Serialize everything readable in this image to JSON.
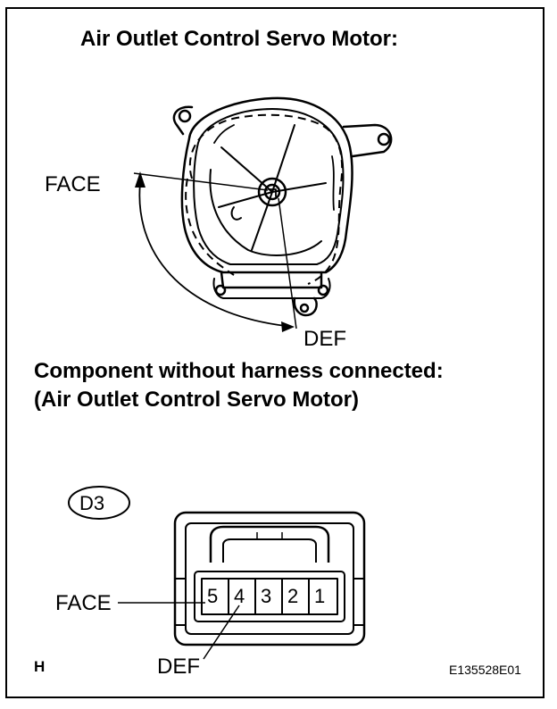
{
  "title": "Air Outlet Control Servo Motor:",
  "motor": {
    "face_label": "FACE",
    "def_label": "DEF"
  },
  "component": {
    "heading_line1": "Component without harness connected:",
    "heading_line2": "(Air Outlet Control Servo Motor)",
    "connector_code": "D3",
    "pins": [
      "5",
      "4",
      "3",
      "2",
      "1"
    ],
    "face_label": "FACE",
    "def_label": "DEF"
  },
  "footer": {
    "view_letter": "H",
    "figure_id": "E135528E01"
  }
}
